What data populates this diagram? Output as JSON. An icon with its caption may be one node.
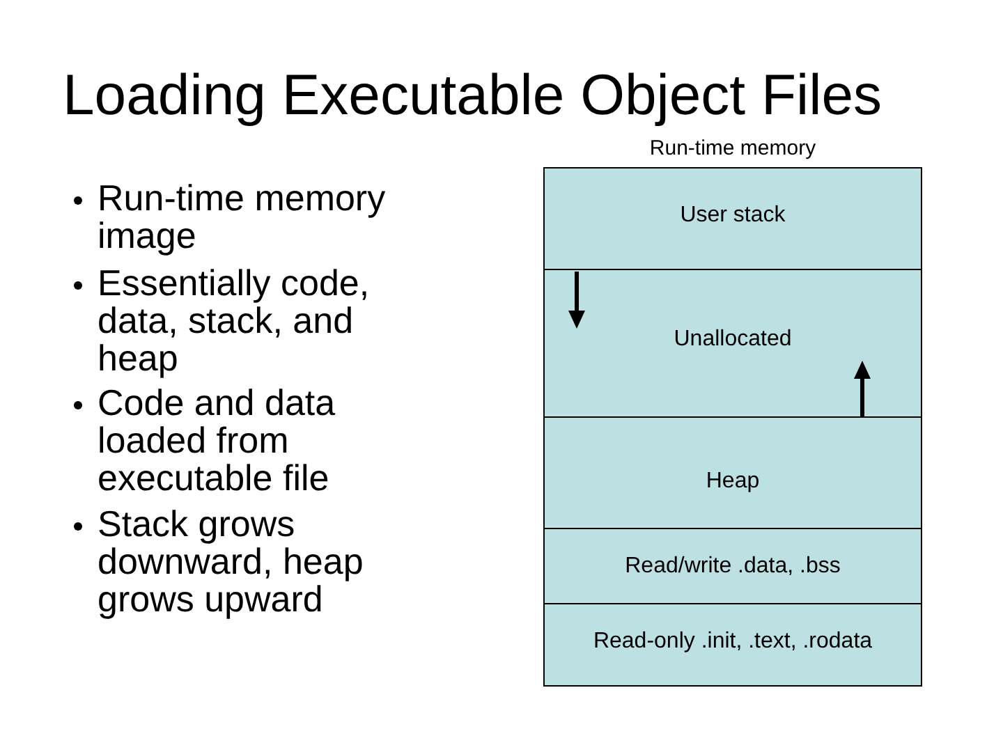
{
  "diagram": {
    "title": "Loading Executable Object Files",
    "nodes": [
      {
        "text": [
          "Run-time memory"
        ]
      },
      {
        "text": [
          "User stack"
        ],
        "in": 0
      },
      {
        "text": [
          "Unallocated"
        ],
        "in": 0
      },
      {
        "text": [
          "Heap"
        ],
        "in": 0
      },
      {
        "text": [
          "Read/write .data, .bss"
        ],
        "in": 0
      },
      {
        "text": [
          "Read-only .init, .text, .rodata"
        ],
        "in": 0
      }
    ],
    "labels": [
      "Run-time memory image",
      "Essentially code, data, stack, and heap",
      "Code and data loaded from executable file",
      "Stack grows downward, heap grows upward"
    ]
  }
}
